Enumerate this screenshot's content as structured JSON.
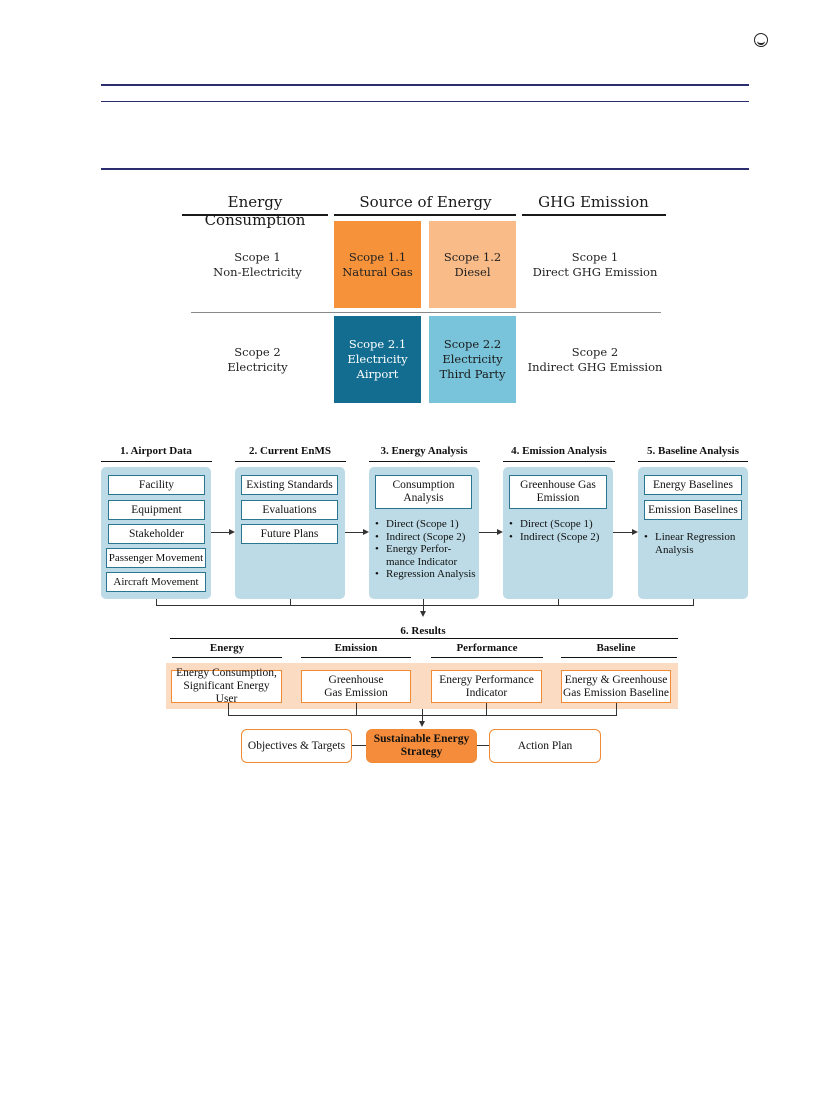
{
  "header": {
    "logo_icon": "circle-logo-icon"
  },
  "colors": {
    "navy": "#2b2d6e",
    "orange_dark": "#f5923a",
    "orange_light": "#f9bb87",
    "teal_dark": "#136d91",
    "teal_light": "#79c4da",
    "panel_blue": "#bcdbe6",
    "panel_orange": "#fbdcc3"
  },
  "scope_table": {
    "headers": [
      "Energy Consumption",
      "Source of Energy",
      "GHG Emission"
    ],
    "rows": [
      {
        "consumption": [
          "Scope 1",
          "Non-Electricity"
        ],
        "sources": [
          [
            "Scope 1.1",
            "Natural Gas"
          ],
          [
            "Scope 1.2",
            "Diesel"
          ]
        ],
        "emission": [
          "Scope 1",
          "Direct GHG Emission"
        ]
      },
      {
        "consumption": [
          "Scope 2",
          "Electricity"
        ],
        "sources": [
          [
            "Scope 2.1",
            "Electricity",
            "Airport"
          ],
          [
            "Scope 2.2",
            "Electricity",
            "Third Party"
          ]
        ],
        "emission": [
          "Scope 2",
          "Indirect GHG Emission"
        ]
      }
    ]
  },
  "process": {
    "columns": [
      {
        "title": "1. Airport Data",
        "boxes": [
          "Facility",
          "Equipment",
          "Stakeholder",
          "Passenger Movement",
          "Aircraft Movement"
        ],
        "bullets": []
      },
      {
        "title": "2. Current EnMS",
        "boxes": [
          "Existing Standards",
          "Evaluations",
          "Future Plans"
        ],
        "bullets": []
      },
      {
        "title": "3. Energy Analysis",
        "boxes": [
          [
            "Consumption",
            "Analysis"
          ]
        ],
        "bullets": [
          "Direct (Scope 1)",
          "Indirect (Scope 2)",
          "Energy Perfor-",
          "mance Indicator",
          "Regression Analysis"
        ]
      },
      {
        "title": "4. Emission Analysis",
        "boxes": [
          [
            "Greenhouse Gas",
            "Emission"
          ]
        ],
        "bullets": [
          "Direct (Scope 1)",
          "Indirect (Scope 2)"
        ]
      },
      {
        "title": "5. Baseline Analysis",
        "boxes": [
          "Energy Baselines",
          "Emission Baselines"
        ],
        "bullets": [
          "Linear Regression",
          "Analysis"
        ]
      }
    ],
    "results": {
      "title": "6. Results",
      "headers": [
        "Energy",
        "Emission",
        "Performance",
        "Baseline"
      ],
      "boxes": [
        [
          "Energy Consumption,",
          "Significant Energy User"
        ],
        [
          "Greenhouse",
          "Gas Emission"
        ],
        [
          "Energy Performance",
          "Indicator"
        ],
        [
          "Energy & Greenhouse",
          "Gas Emission Baseline"
        ]
      ]
    },
    "outcome": {
      "left": "Objectives & Targets",
      "center": [
        "Sustainable Energy",
        "Strategy"
      ],
      "right": "Action Plan"
    }
  }
}
